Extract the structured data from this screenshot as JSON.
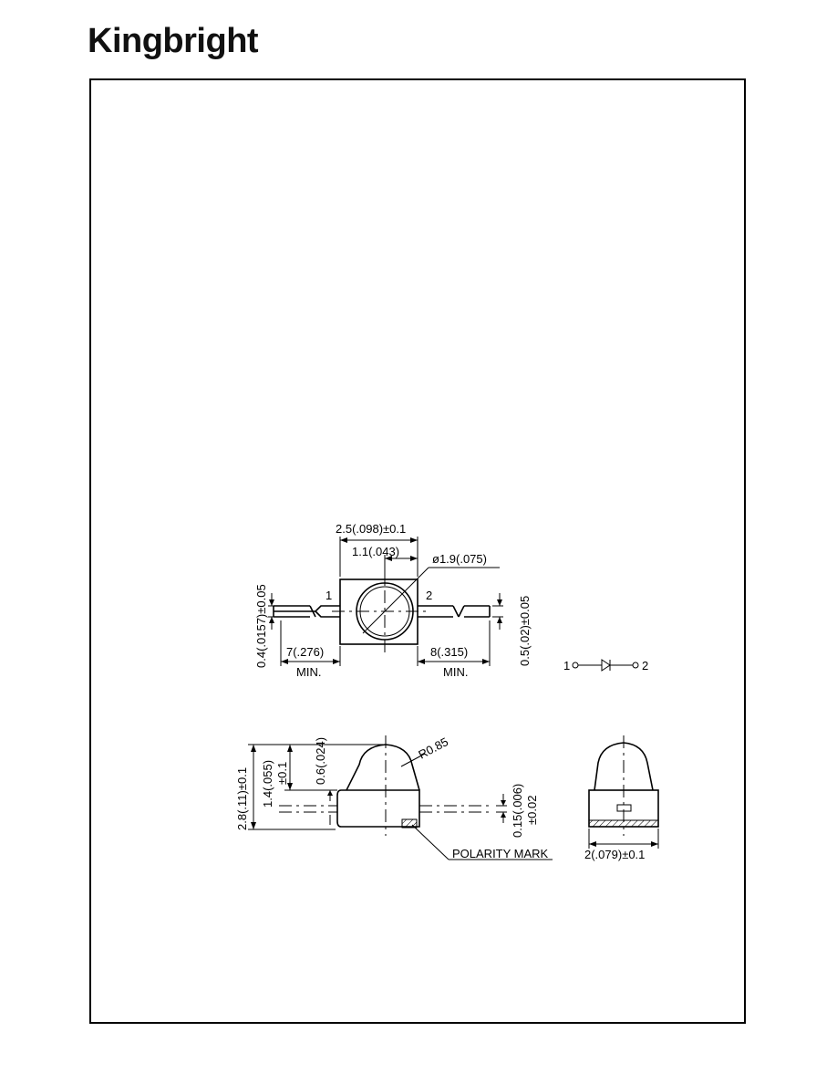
{
  "brand": {
    "logo": "Kingbright"
  },
  "top_view": {
    "dim_width": "2.5(.098)±0.1",
    "dim_center": "1.1(.043)",
    "dim_diameter": "ø1.9(.075)",
    "dim_lead_thickness_left": "0.4(.0157)±0.05",
    "dim_lead_thickness_right": "0.5(.02)±0.05",
    "dim_lead_left": "7(.276)",
    "dim_lead_right": "8(.315)",
    "min_left": "MIN.",
    "min_right": "MIN.",
    "pin1": "1",
    "pin2": "2"
  },
  "schematic": {
    "pin1": "1",
    "pin2": "2"
  },
  "side_view": {
    "dim_height_total": "2.8(.11)±0.1",
    "dim_height_body_a": "1.4(.055)",
    "dim_height_body_b": "±0.1",
    "dim_top": "0.6(.024)",
    "dim_radius": "R0.85",
    "dim_lead_a": "0.15(.006)",
    "dim_lead_b": "±0.02",
    "polarity": "POLARITY  MARK"
  },
  "end_view": {
    "dim_width": "2(.079)±0.1"
  }
}
